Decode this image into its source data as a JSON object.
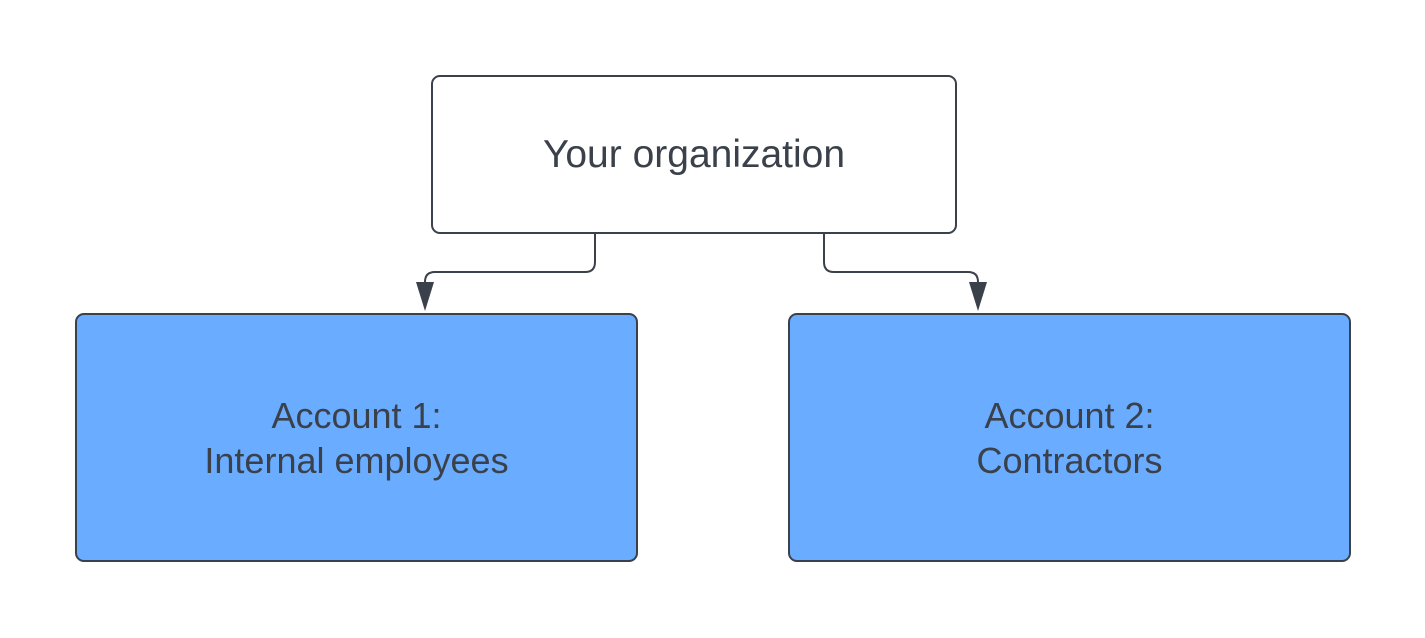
{
  "diagram": {
    "root": {
      "label": "Your organization"
    },
    "children": [
      {
        "line1": "Account 1:",
        "line2": "Internal employees"
      },
      {
        "line1": "Account 2:",
        "line2": "Contractors"
      }
    ],
    "edges": [
      {
        "from": "root",
        "to": "children.0"
      },
      {
        "from": "root",
        "to": "children.1"
      }
    ]
  },
  "colors": {
    "stroke": "#3a414a",
    "text": "#3a414a",
    "root_fill": "#ffffff",
    "child_fill": "#6aacff",
    "background": "#ffffff"
  }
}
